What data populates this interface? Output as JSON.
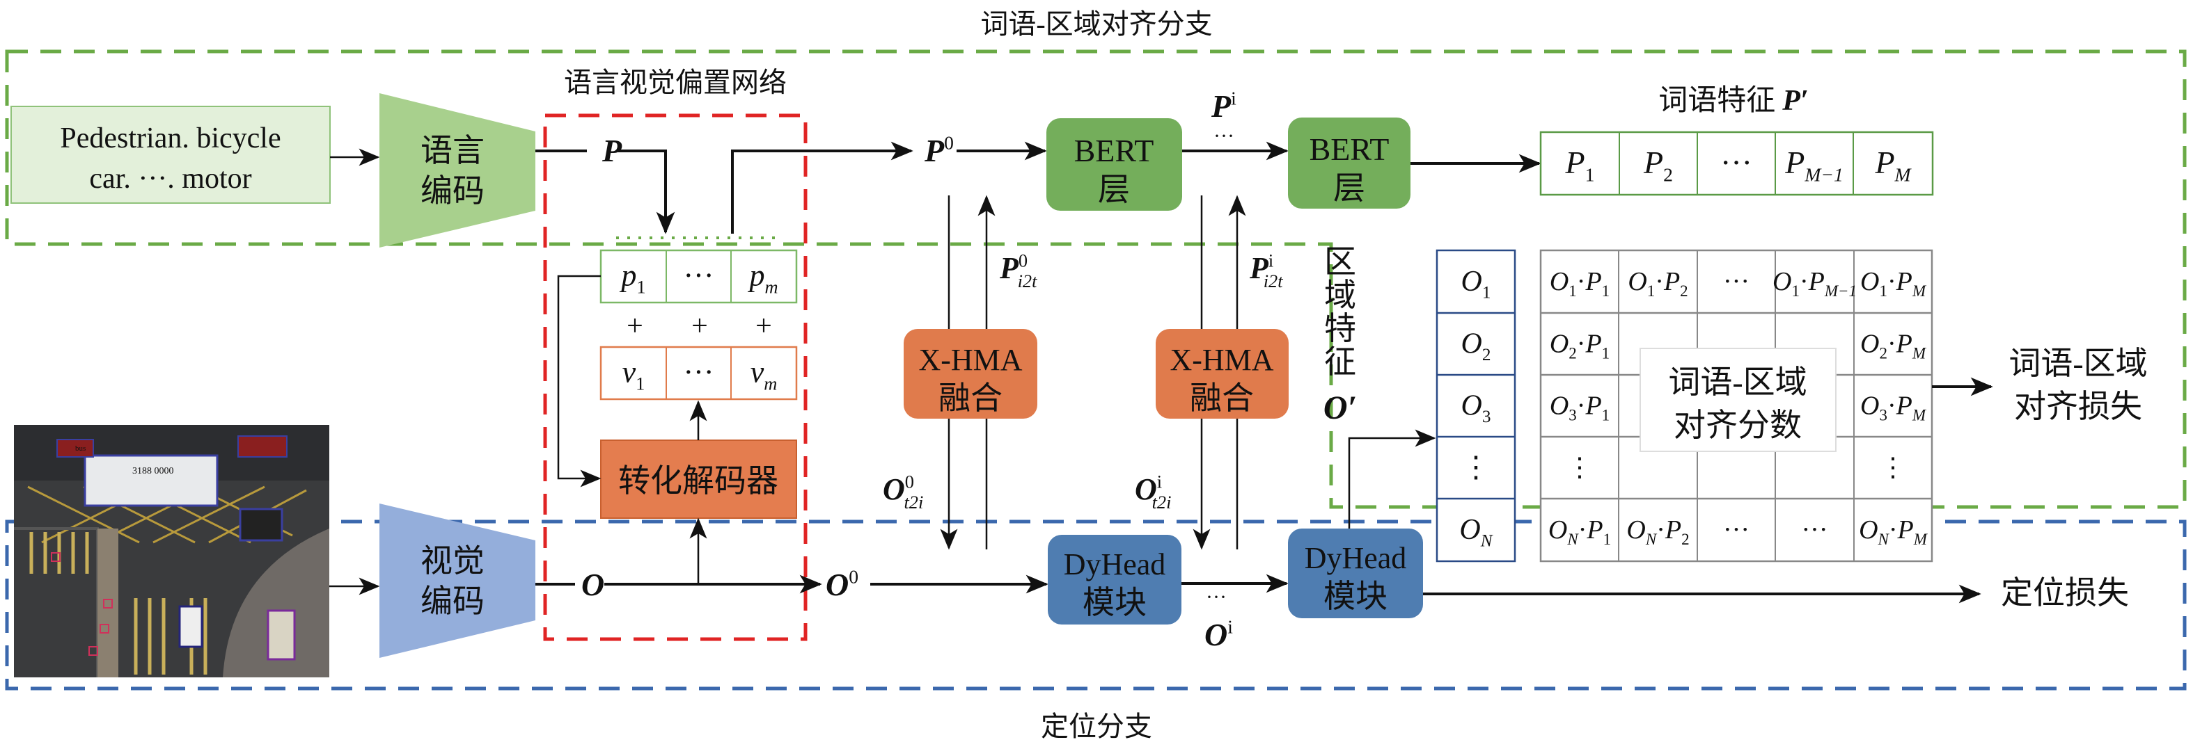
{
  "titles": {
    "top_branch": "词语-区域对齐分支",
    "bottom_branch": "定位分支",
    "bias_network": "语言视觉偏置网络"
  },
  "colors": {
    "green_branch": "#6aaa46",
    "blue_branch": "#3b68ad",
    "red_network": "#e02424",
    "bert": "#74ae5b",
    "xhma": "#e07b4c",
    "dyhead": "#4f7db1",
    "lang_encoder": "#a8d08d",
    "vis_encoder": "#94aedb"
  },
  "input_text": {
    "line1": "Pedestrian. bicycle",
    "line2": "car. ···. motor"
  },
  "image": {
    "labels": [
      "bus",
      "3188 0000"
    ]
  },
  "lang_encoder": {
    "line1": "语言",
    "line2": "编码"
  },
  "vis_encoder": {
    "line1": "视觉",
    "line2": "编码"
  },
  "symbols": {
    "P": {
      "base": "P"
    },
    "P0": {
      "base": "P",
      "sup": "0"
    },
    "Pi": {
      "base": "P",
      "sup": "i"
    },
    "O": {
      "base": "O"
    },
    "O0": {
      "base": "O",
      "sup": "0"
    },
    "Oi": {
      "base": "O",
      "sup": "i"
    },
    "P0_i2t": {
      "base": "P",
      "sup": "0",
      "sub": "i2t"
    },
    "Pi_i2t": {
      "base": "P",
      "sup": "i",
      "sub": "i2t"
    },
    "O0_t2i": {
      "base": "O",
      "sup": "0",
      "sub": "t2i"
    },
    "Oi_t2i": {
      "base": "O",
      "sup": "i",
      "sub": "t2i"
    },
    "ellipsis": "···"
  },
  "prompt_tokens": [
    {
      "base": "p",
      "sub": "1"
    },
    {
      "text": "···"
    },
    {
      "base": "p",
      "sub": "m"
    }
  ],
  "plus": "+",
  "bias_vectors": [
    {
      "base": "v",
      "sub": "1"
    },
    {
      "text": "···"
    },
    {
      "base": "v",
      "sub": "m"
    }
  ],
  "decoder": {
    "label": "转化解码器"
  },
  "bert": {
    "line1": "BERT",
    "line2": "层"
  },
  "xhma": {
    "line1": "X-HMA",
    "line2": "融合"
  },
  "dyhead": {
    "line1": "DyHead",
    "line2": "模块"
  },
  "word_features": {
    "label": "词语特征",
    "symbol": "P′",
    "cells": [
      {
        "base": "P",
        "sub": "1"
      },
      {
        "base": "P",
        "sub": "2"
      },
      {
        "text": "···"
      },
      {
        "base": "P",
        "sub": "M−1"
      },
      {
        "base": "P",
        "sub": "M"
      }
    ]
  },
  "region_features": {
    "label_chars": [
      "区",
      "域",
      "特",
      "征"
    ],
    "symbol": "O′",
    "cells": [
      {
        "base": "O",
        "sub": "1"
      },
      {
        "base": "O",
        "sub": "2"
      },
      {
        "base": "O",
        "sub": "3"
      },
      {
        "text": "⋮"
      },
      {
        "base": "O",
        "sub": "N"
      }
    ]
  },
  "score_matrix": {
    "overlay": {
      "line1": "词语-区域",
      "line2": "对齐分数"
    },
    "rows": [
      [
        {
          "a": "O",
          "as": "1",
          "dot": "·",
          "b": "P",
          "bs": "1"
        },
        {
          "a": "O",
          "as": "1",
          "dot": "·",
          "b": "P",
          "bs": "2"
        },
        {
          "text": "···"
        },
        {
          "a": "O",
          "as": "1",
          "dot": "·",
          "b": "P",
          "bs": "M−1"
        },
        {
          "a": "O",
          "as": "1",
          "dot": "·",
          "b": "P",
          "bs": "M"
        }
      ],
      [
        {
          "a": "O",
          "as": "2",
          "dot": "·",
          "b": "P",
          "bs": "1"
        },
        {
          "text": ""
        },
        {
          "text": ""
        },
        {
          "text": ""
        },
        {
          "a": "O",
          "as": "2",
          "dot": "·",
          "b": "P",
          "bs": "M"
        }
      ],
      [
        {
          "a": "O",
          "as": "3",
          "dot": "·",
          "b": "P",
          "bs": "1"
        },
        {
          "text": ""
        },
        {
          "text": ""
        },
        {
          "text": ""
        },
        {
          "a": "O",
          "as": "3",
          "dot": "·",
          "b": "P",
          "bs": "M"
        }
      ],
      [
        {
          "text": "⋮"
        },
        {
          "text": ""
        },
        {
          "text": ""
        },
        {
          "text": ""
        },
        {
          "text": "⋮"
        }
      ],
      [
        {
          "a": "O",
          "as": "N",
          "dot": "·",
          "b": "P",
          "bs": "1"
        },
        {
          "a": "O",
          "as": "N",
          "dot": "·",
          "b": "P",
          "bs": "2"
        },
        {
          "text": "···"
        },
        {
          "text": "···"
        },
        {
          "a": "O",
          "as": "N",
          "dot": "·",
          "b": "P",
          "bs": "M"
        }
      ]
    ]
  },
  "losses": {
    "alignment": {
      "line1": "词语-区域",
      "line2": "对齐损失"
    },
    "localization": "定位损失"
  }
}
